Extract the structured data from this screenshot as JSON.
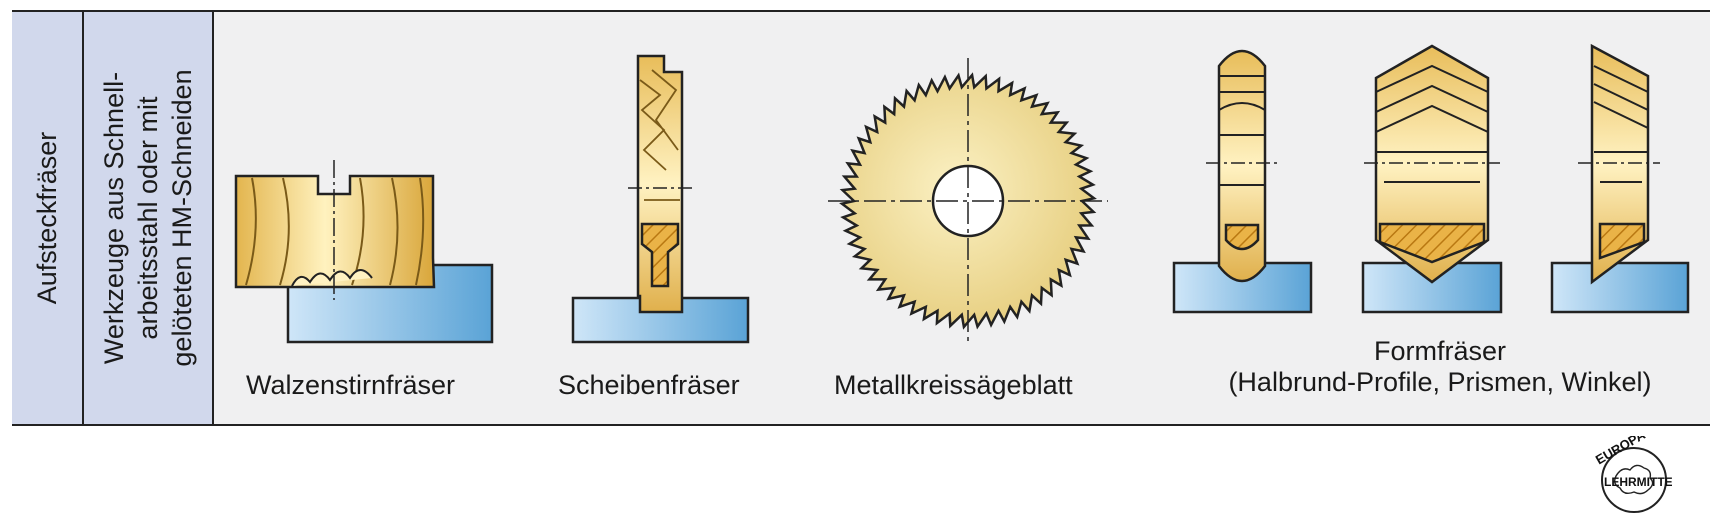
{
  "table": {
    "category": "Aufsteckfräser",
    "description_lines": [
      "Werkzeuge aus Schnell-",
      "arbeitsstahl oder mit",
      "gelöteten HM-Schneiden"
    ]
  },
  "tools": [
    {
      "id": "walzenstirnfraeser",
      "caption": "Walzenstirnfräser"
    },
    {
      "id": "scheibenfraeser",
      "caption": "Scheibenfräser"
    },
    {
      "id": "metallkreissaegeblatt",
      "caption": "Metallkreissägeblatt"
    },
    {
      "id": "formfraeser",
      "caption": "Formfräser",
      "caption_sub": "(Halbrund-Profile, Prismen, Winkel)"
    }
  ],
  "logo": {
    "top": "EUROPA",
    "bottom": "LEHRMITTEL"
  },
  "colors": {
    "accent_column": "#d1d8ec",
    "tool_gold": "#f0d27a",
    "workpiece_blue": "#8fc3e8",
    "outline": "#222222"
  }
}
